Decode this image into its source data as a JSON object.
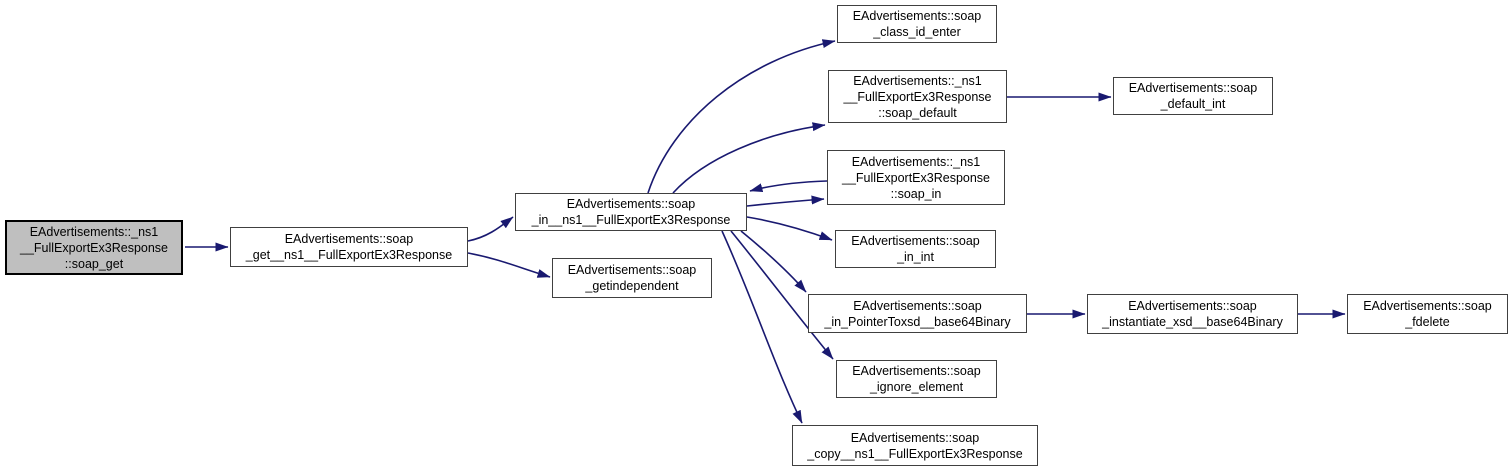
{
  "graph": {
    "type": "call-graph",
    "colors": {
      "edge": "#191970",
      "node_border": "#404040",
      "node_fill": "#ffffff",
      "root_fill": "#bfbfbf",
      "background": "#ffffff",
      "text": "#000000"
    },
    "nodes": {
      "root": {
        "lines": [
          "EAdvertisements::_ns1",
          "__FullExportEx3Response",
          "::soap_get"
        ]
      },
      "get_ns1": {
        "lines": [
          "EAdvertisements::soap",
          "_get__ns1__FullExportEx3Response"
        ]
      },
      "in_ns1": {
        "lines": [
          "EAdvertisements::soap",
          "_in__ns1__FullExportEx3Response"
        ]
      },
      "getindependent": {
        "lines": [
          "EAdvertisements::soap",
          "_getindependent"
        ]
      },
      "class_id_enter": {
        "lines": [
          "EAdvertisements::soap",
          "_class_id_enter"
        ]
      },
      "default_member": {
        "lines": [
          "EAdvertisements::_ns1",
          "__FullExportEx3Response",
          "::soap_default"
        ]
      },
      "default_int": {
        "lines": [
          "EAdvertisements::soap",
          "_default_int"
        ]
      },
      "in_member": {
        "lines": [
          "EAdvertisements::_ns1",
          "__FullExportEx3Response",
          "::soap_in"
        ]
      },
      "in_int": {
        "lines": [
          "EAdvertisements::soap",
          "_in_int"
        ]
      },
      "in_pointer": {
        "lines": [
          "EAdvertisements::soap",
          "_in_PointerToxsd__base64Binary"
        ]
      },
      "instantiate": {
        "lines": [
          "EAdvertisements::soap",
          "_instantiate_xsd__base64Binary"
        ]
      },
      "fdelete": {
        "lines": [
          "EAdvertisements::soap",
          "_fdelete"
        ]
      },
      "ignore_element": {
        "lines": [
          "EAdvertisements::soap",
          "_ignore_element"
        ]
      },
      "copy_ns1": {
        "lines": [
          "EAdvertisements::soap",
          "_copy__ns1__FullExportEx3Response"
        ]
      }
    },
    "edges": [
      {
        "from": "root",
        "to": "get_ns1"
      },
      {
        "from": "get_ns1",
        "to": "in_ns1"
      },
      {
        "from": "get_ns1",
        "to": "getindependent"
      },
      {
        "from": "in_ns1",
        "to": "class_id_enter"
      },
      {
        "from": "in_ns1",
        "to": "default_member"
      },
      {
        "from": "in_ns1",
        "to": "in_member"
      },
      {
        "from": "in_member",
        "to": "in_ns1"
      },
      {
        "from": "in_ns1",
        "to": "in_int"
      },
      {
        "from": "in_ns1",
        "to": "in_pointer"
      },
      {
        "from": "in_ns1",
        "to": "ignore_element"
      },
      {
        "from": "in_ns1",
        "to": "copy_ns1"
      },
      {
        "from": "default_member",
        "to": "default_int"
      },
      {
        "from": "in_pointer",
        "to": "instantiate"
      },
      {
        "from": "instantiate",
        "to": "fdelete"
      }
    ]
  }
}
